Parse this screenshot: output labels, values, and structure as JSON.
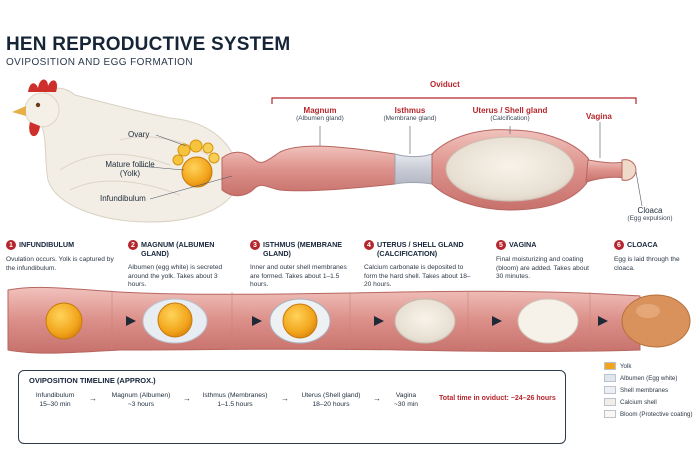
{
  "header": {
    "title": "HEN REPRODUCTIVE SYSTEM",
    "subtitle": "OVIPOSITION AND EGG FORMATION"
  },
  "anatomy": {
    "oviduct_label": "Oviduct",
    "ovary": "Ovary",
    "mature_follicle": "Mature follicle",
    "yolk": "(Yolk)",
    "infundibulum": "Infundibulum",
    "magnum": "Magnum",
    "magnum_sub": "(Albumen gland)",
    "isthmus": "Isthmus",
    "isthmus_sub": "(Membrane gland)",
    "uterus": "Uterus / Shell gland",
    "uterus_sub": "(Calcification)",
    "vagina": "Vagina",
    "cloaca": "Cloaca",
    "cloaca_sub": "(Egg expulsion)"
  },
  "steps": [
    {
      "num": "1",
      "name": "INFUNDIBULUM",
      "desc": "Ovulation occurs. Yolk is captured by the infundibulum."
    },
    {
      "num": "2",
      "name": "MAGNUM (ALBUMEN GLAND)",
      "desc": "Albumen (egg white) is secreted around the yolk. Takes about 3 hours."
    },
    {
      "num": "3",
      "name": "ISTHMUS (MEMBRANE GLAND)",
      "desc": "Inner and outer shell membranes are formed. Takes about 1–1.5 hours."
    },
    {
      "num": "4",
      "name": "UTERUS / SHELL GLAND (CALCIFICATION)",
      "desc": "Calcium carbonate is deposited to form the hard shell. Takes about 18–20 hours."
    },
    {
      "num": "5",
      "name": "VAGINA",
      "desc": "Final moisturizing and coating (bloom) are added. Takes about 30 minutes."
    },
    {
      "num": "6",
      "name": "CLOACA",
      "desc": "Egg is laid through the cloaca."
    }
  ],
  "timeline": {
    "title": "OVIPOSITION TIMELINE (APPROX.)",
    "items": [
      {
        "name": "Infundibulum",
        "time": "15–30 min"
      },
      {
        "name": "Magnum (Albumen)",
        "time": "~3 hours"
      },
      {
        "name": "Isthmus (Membranes)",
        "time": "1–1.5 hours"
      },
      {
        "name": "Uterus (Shell gland)",
        "time": "18–20 hours"
      },
      {
        "name": "Vagina",
        "time": "~30 min"
      }
    ],
    "total": "Total time in oviduct: ~24–26 hours"
  },
  "legend": [
    {
      "label": "Yolk",
      "color": "#f2a51c"
    },
    {
      "label": "Albumen (Egg white)",
      "color": "#dfe6ee"
    },
    {
      "label": "Shell membranes",
      "color": "#eceff3"
    },
    {
      "label": "Calcium shell",
      "color": "#f1eee8"
    },
    {
      "label": "Bloom (Protective coating)",
      "color": "#faf8f4"
    }
  ],
  "colors": {
    "accent_red": "#b5262c",
    "tissue": "#e7a8a2",
    "yolk": "#f2a51c",
    "egg_brown": "#d9925c"
  }
}
